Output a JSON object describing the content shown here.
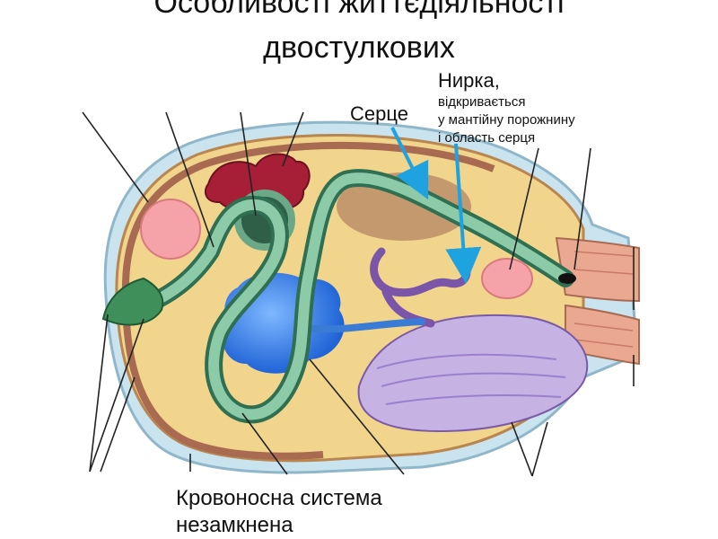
{
  "title": {
    "line1": "Особливості життєдіяльності",
    "line2": "двостулкових"
  },
  "labels": {
    "heart": "Серце",
    "kidney_line1": "Нирка,",
    "kidney_line2": "відкривається",
    "kidney_line3": "у мантійну порожнину",
    "kidney_line4": " і область серця",
    "blood_line1": "Кровоносна система",
    "blood_line2": "незамкнена"
  },
  "colors": {
    "arrow": "#1fa3e0",
    "intestine": "#3f8f6a",
    "shell": "#8b6a53",
    "foot": "#b9a0d6",
    "body": "#f2d58c",
    "gill_muscle": "#f2a0a0"
  }
}
